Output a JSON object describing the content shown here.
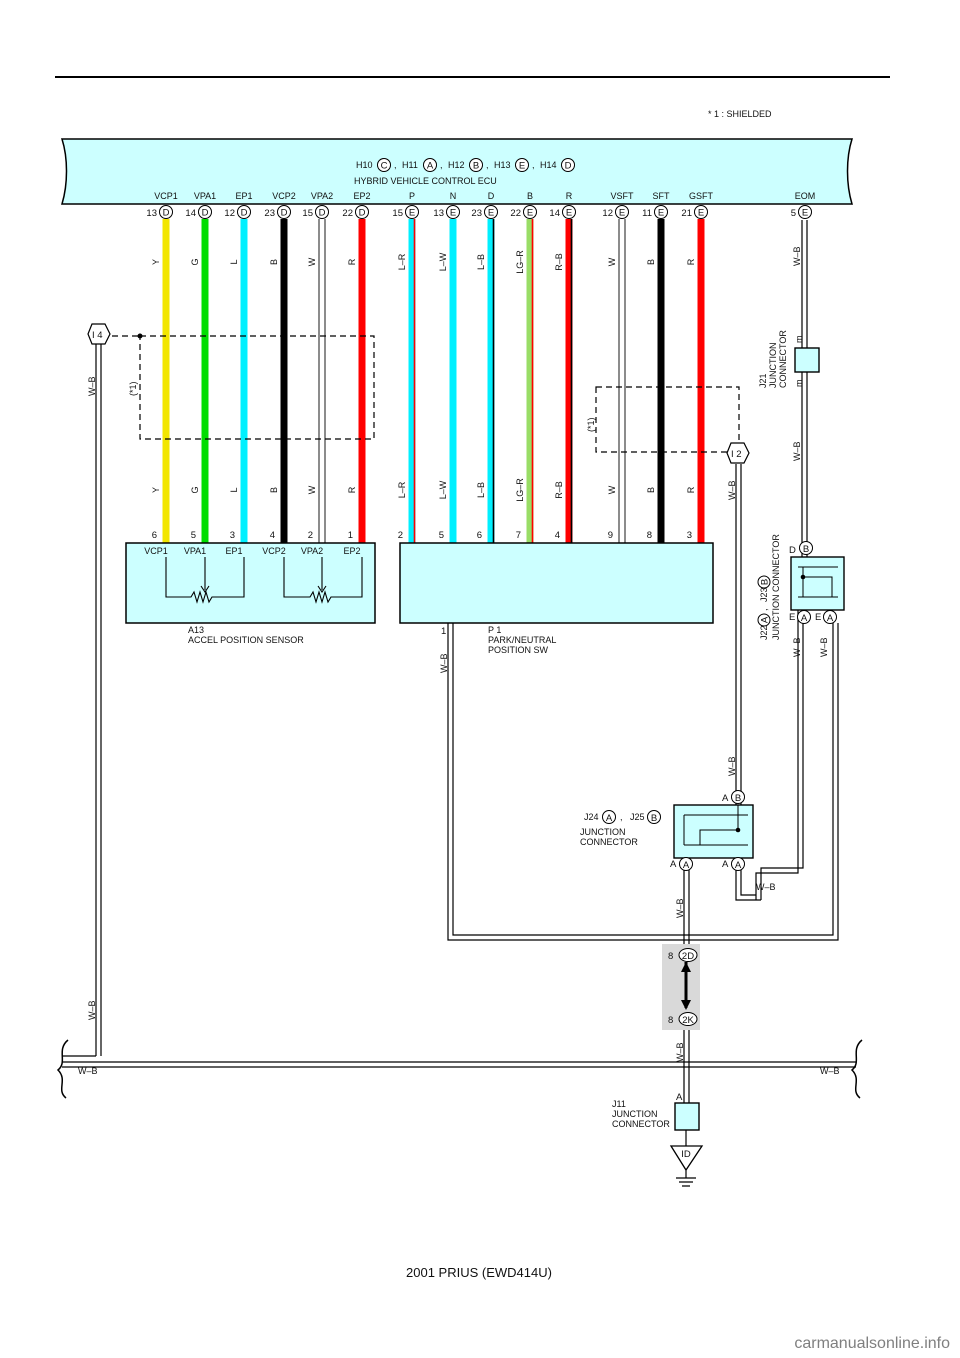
{
  "shielded_note": "* 1 : SHIELDED",
  "ecu": {
    "title": "HYBRID VEHICLE CONTROL ECU",
    "connectors": [
      {
        "name": "H10",
        "letter": "C"
      },
      {
        "name": "H11",
        "letter": "A"
      },
      {
        "name": "H12",
        "letter": "B"
      },
      {
        "name": "H13",
        "letter": "E"
      },
      {
        "name": "H14",
        "letter": "D"
      }
    ],
    "terminals": [
      {
        "label": "VCP1",
        "num": "13",
        "conn": "D"
      },
      {
        "label": "VPA1",
        "num": "14",
        "conn": "D"
      },
      {
        "label": "EP1",
        "num": "12",
        "conn": "D"
      },
      {
        "label": "VCP2",
        "num": "23",
        "conn": "D"
      },
      {
        "label": "VPA2",
        "num": "15",
        "conn": "D"
      },
      {
        "label": "EP2",
        "num": "22",
        "conn": "D"
      },
      {
        "label": "P",
        "num": "15",
        "conn": "E"
      },
      {
        "label": "N",
        "num": "13",
        "conn": "E"
      },
      {
        "label": "D",
        "num": "23",
        "conn": "E"
      },
      {
        "label": "B",
        "num": "22",
        "conn": "E"
      },
      {
        "label": "R",
        "num": "14",
        "conn": "E"
      },
      {
        "label": "VSFT",
        "num": "12",
        "conn": "E"
      },
      {
        "label": "SFT",
        "num": "11",
        "conn": "E"
      },
      {
        "label": "GSFT",
        "num": "21",
        "conn": "E"
      },
      {
        "label": "EOM",
        "num": "5",
        "conn": "E"
      }
    ]
  },
  "wires": [
    {
      "code": "Y",
      "color": "#f2e600",
      "end_pin": "6"
    },
    {
      "code": "G",
      "color": "#00dd00",
      "end_pin": "5"
    },
    {
      "code": "L",
      "color": "#00f0ff",
      "end_pin": "3"
    },
    {
      "code": "B",
      "color": "#000000",
      "end_pin": "4"
    },
    {
      "code": "W",
      "color": "#ffffff",
      "end_pin": "2"
    },
    {
      "code": "R",
      "color": "#ff0000",
      "end_pin": "1"
    },
    {
      "code": "L–R",
      "color": "#00f0ff",
      "stripe": "#ff0000",
      "end_pin": "2"
    },
    {
      "code": "L–W",
      "color": "#00f0ff",
      "end_pin": "5"
    },
    {
      "code": "L–B",
      "color": "#00f0ff",
      "stripe": "#000000",
      "end_pin": "6"
    },
    {
      "code": "LG–R",
      "color": "#99dd66",
      "stripe": "#ff0000",
      "end_pin": "7"
    },
    {
      "code": "R–B",
      "color": "#ff0000",
      "stripe": "#000000",
      "end_pin": "4"
    },
    {
      "code": "W",
      "color": "#ffffff",
      "end_pin": "9"
    },
    {
      "code": "B",
      "color": "#000000",
      "end_pin": "8"
    },
    {
      "code": "R",
      "color": "#ff0000",
      "end_pin": "3"
    }
  ],
  "accel_sensor": {
    "id": "A13",
    "name": "ACCEL POSITION SENSOR",
    "pins": [
      "VCP1",
      "VPA1",
      "EP1",
      "VCP2",
      "VPA2",
      "EP2"
    ]
  },
  "park_sw": {
    "id": "P 1",
    "name_line1": "PARK/NEUTRAL",
    "name_line2": "POSITION SW",
    "ground_pin": "1"
  },
  "shield_label": "(*1)",
  "ground_wire": "W–B",
  "points": {
    "i4": "I 4",
    "i2": "I 2"
  },
  "j21": {
    "id": "J21",
    "line1": "JUNCTION",
    "line2": "CONNECTOR",
    "pin": "m"
  },
  "j22": {
    "name1": "J22",
    "letter1": "A",
    "name2": "J23",
    "letter2": "B",
    "label": "JUNCTION CONNECTOR",
    "pin_d": "D",
    "pin_e": "E",
    "pin_a": "A"
  },
  "j24": {
    "name1": "J24",
    "letter1": "A",
    "name2": "J25",
    "letter2": "B",
    "line1": "JUNCTION",
    "line2": "CONNECTOR",
    "pin_a": "A",
    "pin_b": "B"
  },
  "junction_2d": {
    "pin": "8",
    "code": "2D"
  },
  "junction_2k": {
    "pin": "8",
    "code": "2K"
  },
  "j11": {
    "id": "J11",
    "line1": "JUNCTION",
    "line2": "CONNECTOR",
    "pin": "A"
  },
  "ground": {
    "code": "ID"
  },
  "footer": "2001 PRIUS (EWD414U)",
  "watermark": "carmanualsonline.info"
}
